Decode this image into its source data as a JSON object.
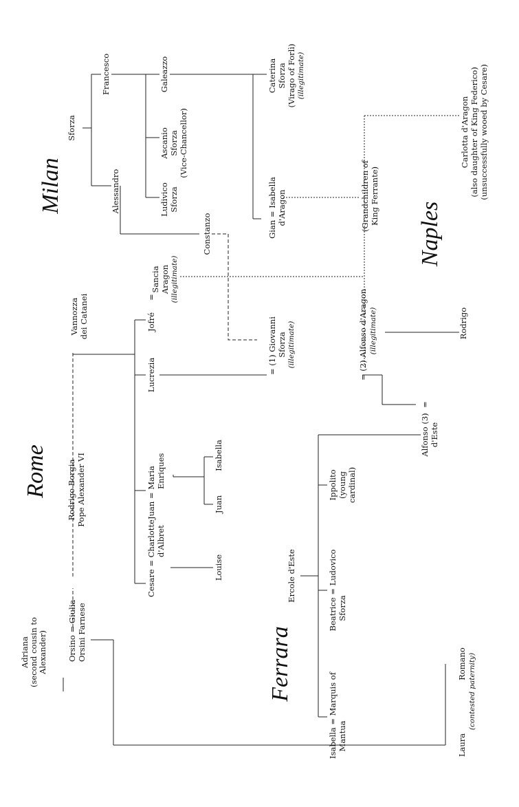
{
  "regions": {
    "milan": "Milan",
    "rome": "Rome",
    "naples": "Naples",
    "ferrara": "Ferrara"
  },
  "people": {
    "adriana": [
      "Adriana",
      "(second cousin to",
      "Alexander)"
    ],
    "orsino": [
      "Orsino = Giulia",
      "Orsini  Farnese"
    ],
    "rodrigo": [
      "Rodrigo Borgia",
      "Pope Alexander VI"
    ],
    "vannozza": [
      "Vannozza",
      "dei Catanei"
    ],
    "sforza": [
      "Sforza"
    ],
    "francesco": [
      "Francesco"
    ],
    "alessandro": [
      "Alessandro"
    ],
    "galeazzo": [
      "Galeazzo"
    ],
    "ascanio": [
      "Ascanio",
      "Sforza",
      "(Vice-Chancellor)"
    ],
    "ludivico": [
      "Ludivico",
      "Sforza"
    ],
    "caterina": [
      "Caterina",
      "Sforza",
      "(Virago of Forlì)"
    ],
    "caterina_note": "(illegitimate)",
    "gian": [
      "Gian = Isabella",
      "d'Aragon"
    ],
    "grandchildren": [
      "(Grandchildren of",
      "King Ferrante)"
    ],
    "carlotta": [
      "Carlotta d'Aragon",
      "(also daughter of King Federico)",
      "(unsuccessfully wooed by Cesare)"
    ],
    "constanzo": [
      "Constanzo"
    ],
    "sancia": [
      "Sancia",
      "Aragon"
    ],
    "sancia_note": "(illegitimate)",
    "jofre": [
      "Jofré",
      "="
    ],
    "giovanni": [
      "= (1) Giovanni",
      "Sforza"
    ],
    "giovanni_note": "(illegitimate)",
    "lucrezia": [
      "Lucrezia"
    ],
    "alfonso_aragon": [
      "= (2) Alfonso d'Aragon"
    ],
    "alfonso_aragon_note": "(illegitimate)",
    "rodrigo_son": [
      "Rodrigo"
    ],
    "alfonso_este": [
      "Alfonso (3)",
      "d'Este"
    ],
    "alfonso_este_eq": "=",
    "juan": [
      "Juan = Maria",
      "Enriques"
    ],
    "juan_son": [
      "Juan"
    ],
    "isabella_daughter": [
      "Isabella"
    ],
    "cesare": [
      "Cesare = Charlotte",
      "d'Albret"
    ],
    "louise": [
      "Louise"
    ],
    "ercole": [
      "Ercole d'Este"
    ],
    "ippolito": [
      "Ippolito",
      "(young",
      "cardinal)"
    ],
    "beatrice": [
      "Beatrice = Ludovico",
      "Sforza"
    ],
    "isabella_mantua": [
      "Isabella = Marquis of",
      "Mantua"
    ],
    "laura": [
      "Laura"
    ],
    "romano": [
      "Romano"
    ],
    "romano_note": "(contested paternity)"
  }
}
